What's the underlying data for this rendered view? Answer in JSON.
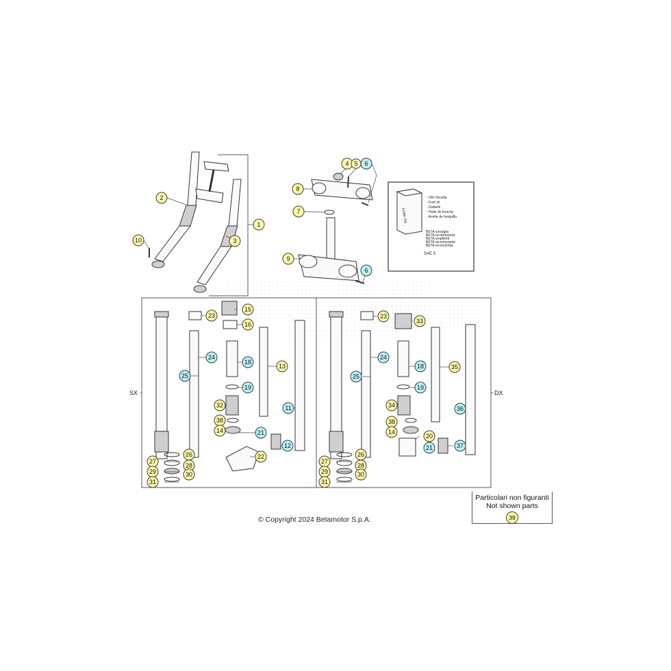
{
  "callouts": {
    "c1": "1",
    "c2": "2",
    "c3": "3",
    "c4": "4",
    "c5": "5",
    "c6": "6",
    "c6b": "6",
    "c7": "7",
    "c8": "8",
    "c9": "9",
    "c10": "10",
    "L23": "23",
    "L15": "15",
    "L16": "16",
    "L24": "24",
    "L18": "18",
    "L13": "13",
    "L25": "25",
    "L19": "19",
    "L32": "32",
    "L11": "11",
    "L38": "38",
    "L14": "14",
    "L21": "21",
    "L12": "12",
    "L22": "22",
    "L27": "27",
    "L26": "26",
    "L29": "29",
    "L28": "28",
    "L31": "31",
    "L30": "30",
    "R23": "23",
    "R33": "33",
    "R24": "24",
    "R18": "18",
    "R35": "35",
    "R25": "25",
    "R19": "19",
    "R34": "34",
    "R36": "36",
    "R38": "38",
    "R14": "14",
    "R20": "20",
    "R21": "21",
    "R37": "37",
    "R27": "27",
    "R26": "26",
    "R29": "29",
    "R28": "28",
    "R31": "31",
    "R30": "30"
  },
  "side_labels": {
    "left": "SX",
    "right": "DX"
  },
  "oil_box": {
    "can_label": "FORK OIL",
    "lines": [
      "- Olio forcella",
      "- Fork oil",
      "- Gabelöl",
      "- Huile de fourche",
      "- Aceite de horquilla"
    ],
    "recommend_lines": [
      "BETA consiglia",
      "BETA recommends",
      "BETA empfiehlt",
      "BETA recommande",
      "BETA recomienda"
    ],
    "grade": "SAE 5"
  },
  "not_shown": {
    "line1": "Particolari non figuranti",
    "line2": "Not shown parts",
    "part": "39"
  },
  "copyright": "© Copyright 2024 Betamotor S.p.A."
}
